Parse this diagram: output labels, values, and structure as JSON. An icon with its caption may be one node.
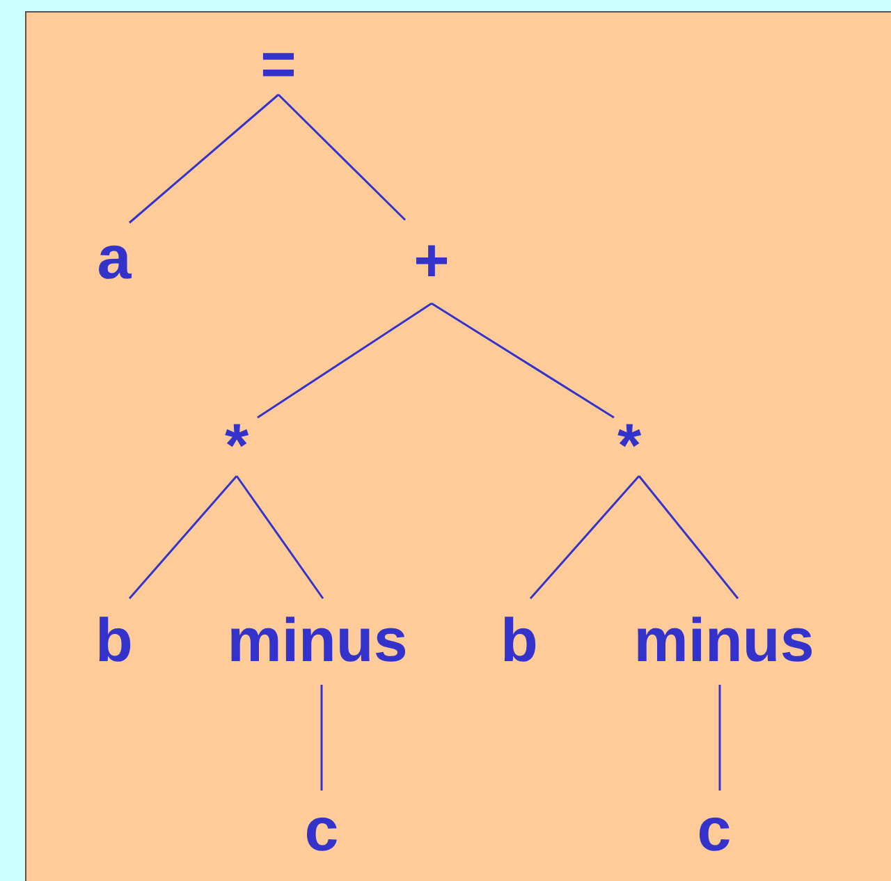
{
  "diagram": {
    "nodes": [
      {
        "text": [
          "="
        ]
      },
      {
        "text": [
          "a"
        ]
      },
      {
        "text": [
          "+"
        ]
      },
      {
        "text": [
          "*"
        ]
      },
      {
        "text": [
          "*"
        ]
      },
      {
        "text": [
          "b"
        ]
      },
      {
        "text": [
          "minus"
        ]
      },
      {
        "text": [
          "b"
        ]
      },
      {
        "text": [
          "minus"
        ]
      },
      {
        "text": [
          "c"
        ]
      },
      {
        "text": [
          "c"
        ]
      }
    ],
    "edges": [
      {
        "from": 0,
        "to": 1,
        "arrow": "none"
      },
      {
        "from": 0,
        "to": 2,
        "arrow": "none"
      },
      {
        "from": 2,
        "to": 3,
        "arrow": "none"
      },
      {
        "from": 2,
        "to": 4,
        "arrow": "none"
      },
      {
        "from": 3,
        "to": 5,
        "arrow": "none"
      },
      {
        "from": 3,
        "to": 6,
        "arrow": "none"
      },
      {
        "from": 4,
        "to": 7,
        "arrow": "none"
      },
      {
        "from": 4,
        "to": 8,
        "arrow": "none"
      },
      {
        "from": 6,
        "to": 9,
        "arrow": "none"
      },
      {
        "from": 8,
        "to": 10,
        "arrow": "none"
      }
    ]
  }
}
